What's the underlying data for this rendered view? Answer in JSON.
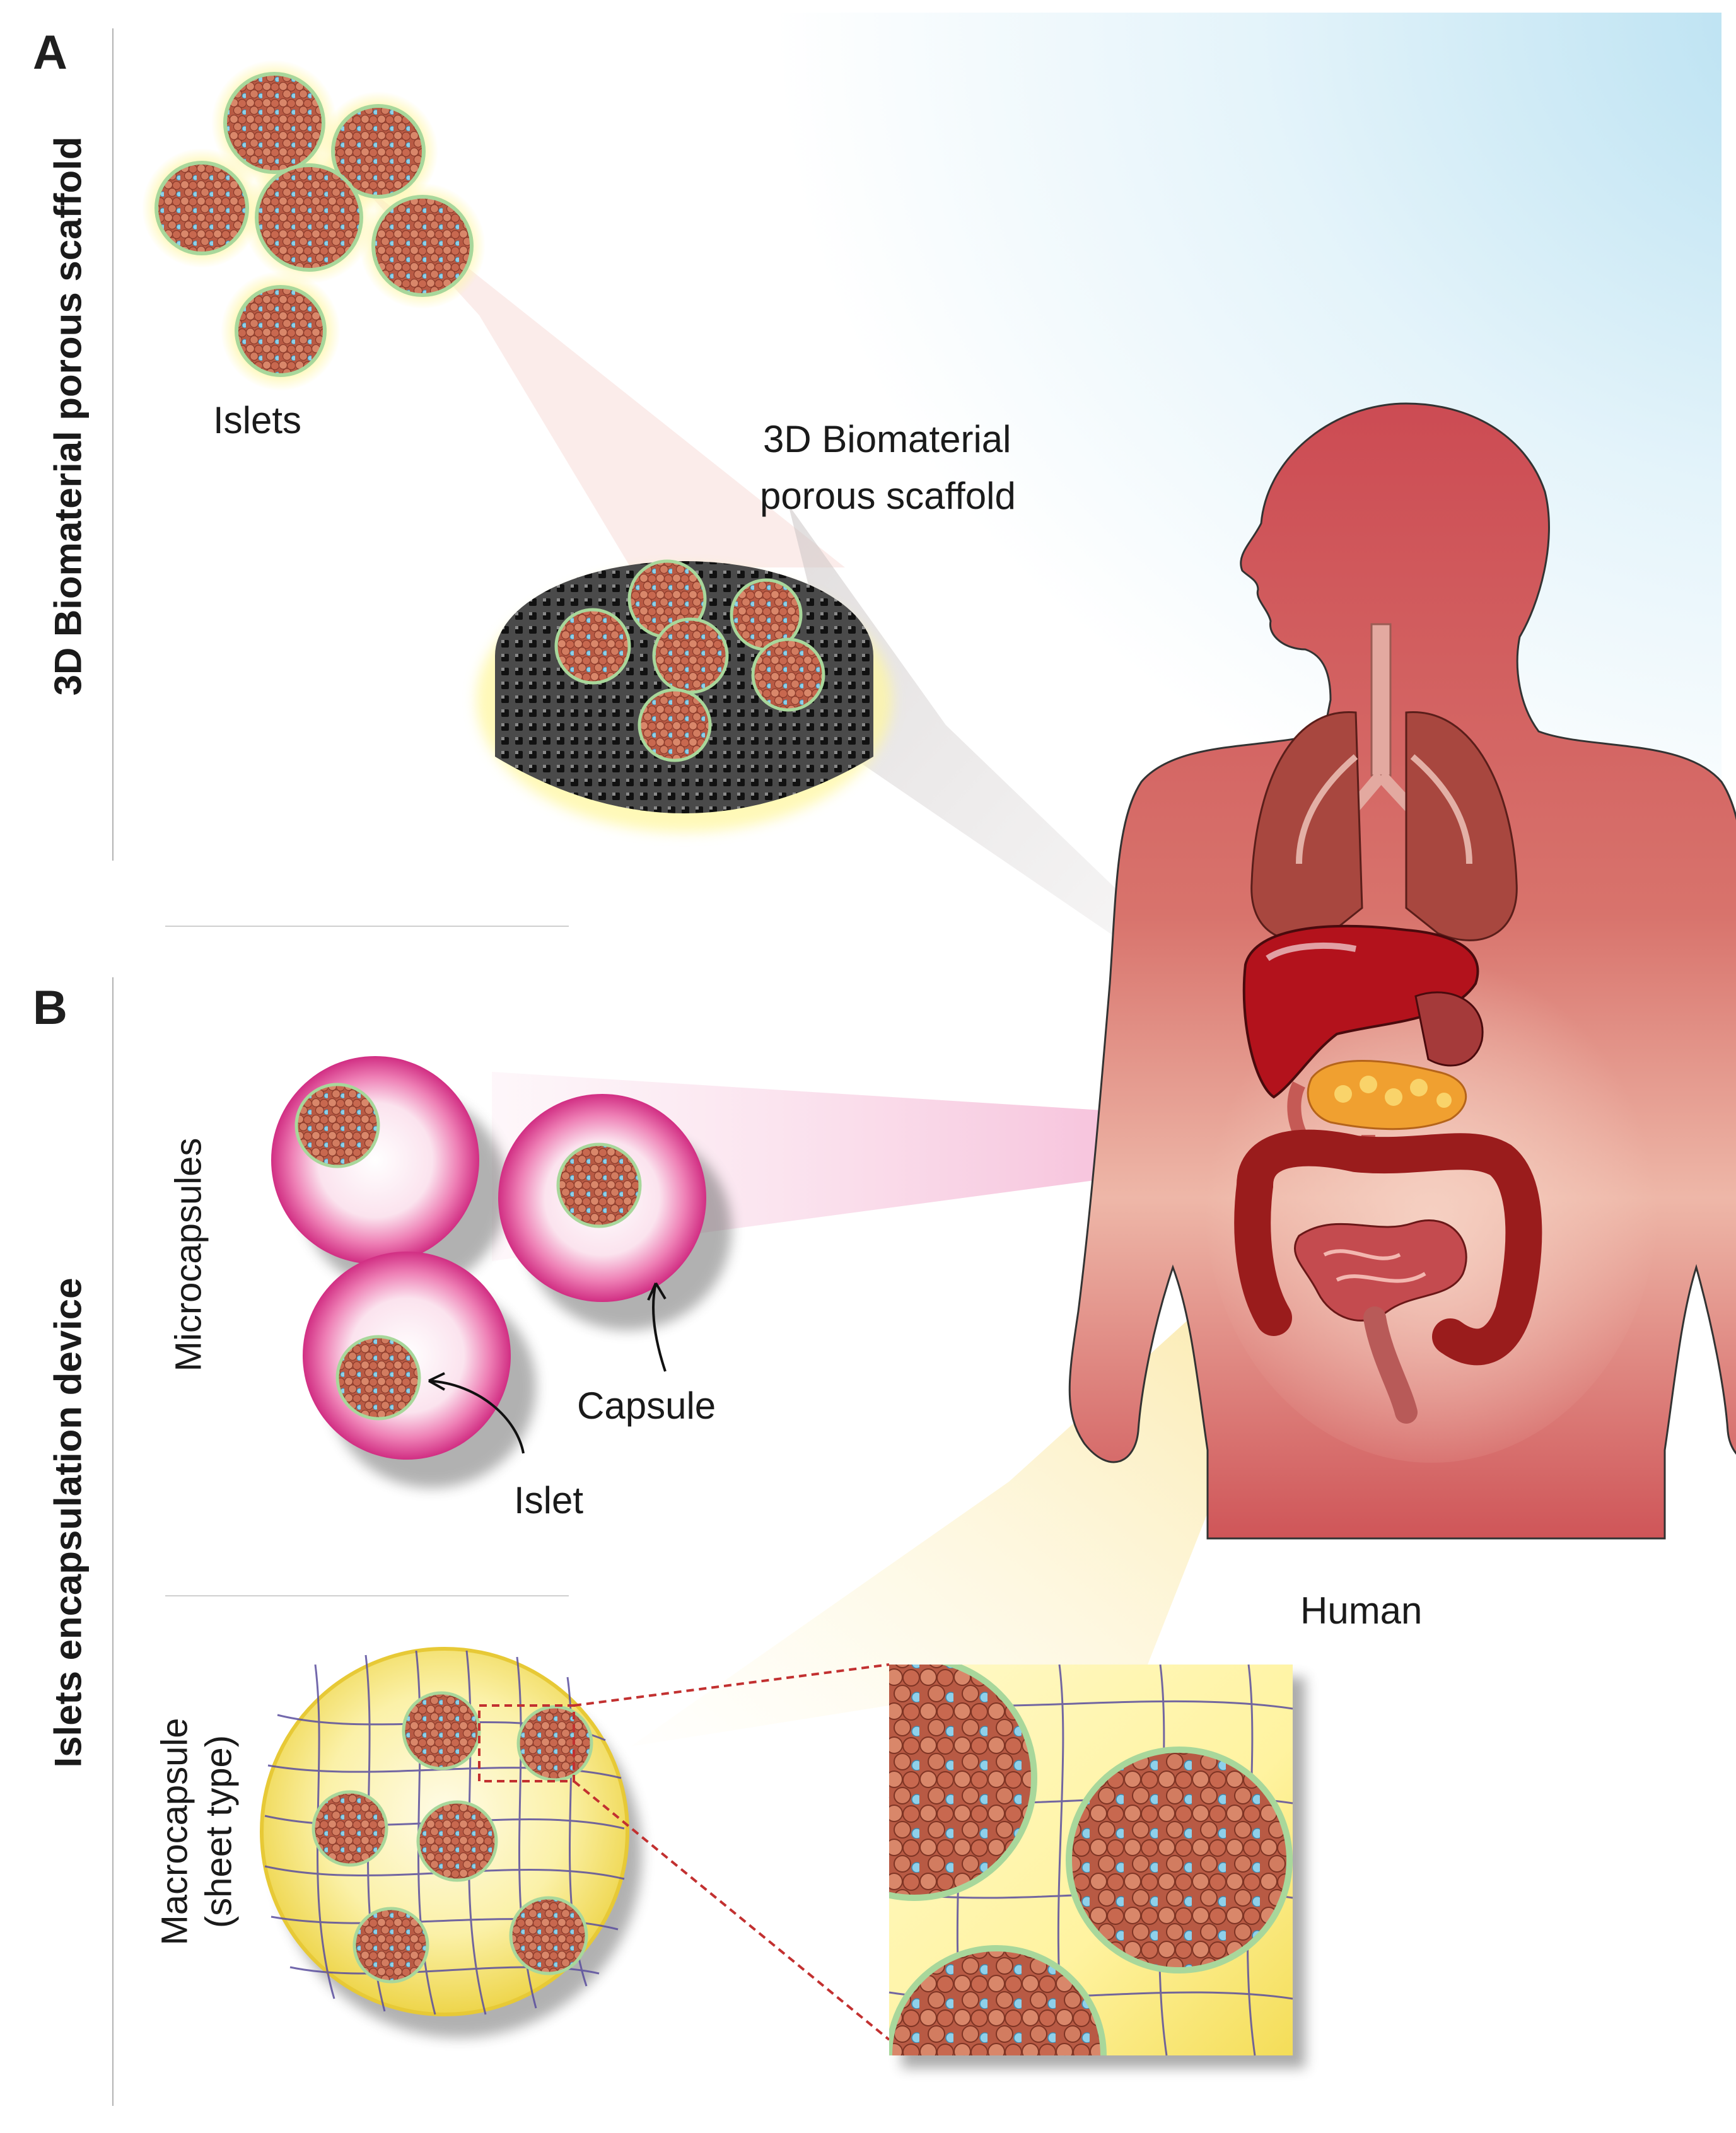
{
  "panel_a": {
    "letter": "A",
    "vertical_title": "3D Biomaterial porous scaffold",
    "islets_label": "Islets",
    "scaffold_label_line1": "3D Biomaterial",
    "scaffold_label_line2": "porous scaffold"
  },
  "panel_b": {
    "letter": "B",
    "vertical_title": "Islets encapsulation device",
    "microcapsules_label": "Microcapsules",
    "capsule_label": "Capsule",
    "islet_label": "Islet",
    "macrocapsule_label_line1": "Macrocapsule",
    "macrocapsule_label_line2": "(sheet type)"
  },
  "human_label": "Human",
  "colors": {
    "body": "#cc4a52",
    "body_light": "#e69a92",
    "liver": "#b3121c",
    "lungs": "#a8473f",
    "pancreas": "#f0a030",
    "intestine": "#9a1c1c",
    "capsule_pink": "#e0408f",
    "macro_yellow": "#f5e46a",
    "mesh_line": "#5a4e9e",
    "scaffold_dark": "#2a2a2a",
    "cell_red": "#b8553f",
    "cell_green": "#9fd39a",
    "cell_blue": "#4aa9d9"
  }
}
